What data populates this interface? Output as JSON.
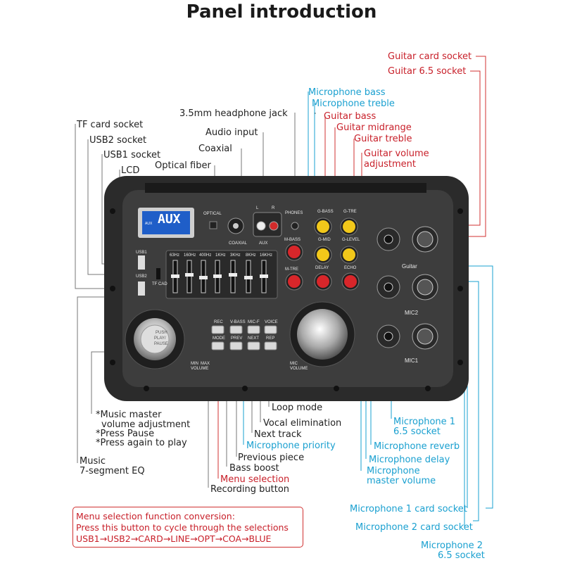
{
  "title": "Panel introduction",
  "labels": {
    "guitar_card_socket": "Guitar card socket",
    "guitar_65_socket": "Guitar 6.5 socket",
    "mic_bass": "Microphone bass",
    "mic_treble": "Microphone treble",
    "guitar_bass": "Guitar bass",
    "guitar_midrange": "Guitar midrange",
    "guitar_treble": "Guitar treble",
    "guitar_volume_1": "Guitar volume",
    "guitar_volume_2": "adjustment",
    "headphone_jack": "3.5mm headphone jack",
    "audio_input": "Audio input",
    "coaxial": "Coaxial",
    "optical_fiber": "Optical fiber",
    "tf_card": "TF card socket",
    "usb2": "USB2 socket",
    "usb1": "USB1 socket",
    "lcd": "LCD",
    "music_master_1": "*Music master",
    "music_master_2": "volume adjustment",
    "press_pause": "*Press Pause",
    "press_again": "*Press again to play",
    "music_eq_1": "Music",
    "music_eq_2": "7-segment EQ",
    "loop_mode": "Loop mode",
    "vocal_elim": "Vocal elimination",
    "next_track": "Next track",
    "mic_priority": "Microphone priority",
    "prev_piece": "Previous piece",
    "bass_boost": "Bass boost",
    "menu_selection": "Menu selection",
    "recording_button": "Recording button",
    "mic1_65_1": "Microphone 1",
    "mic1_65_2": "6.5 socket",
    "mic_reverb": "Microphone reverb",
    "mic_delay": "Microphone delay",
    "mic_master_1": "Microphone",
    "mic_master_2": "master volume",
    "mic1_card": "Microphone 1 card socket",
    "mic2_card": "Microphone 2 card socket",
    "mic2_65_1": "Microphone 2",
    "mic2_65_2": "6.5 socket"
  },
  "note": {
    "line1": "Menu selection function conversion:",
    "line2": "Press this button to cycle through the selections",
    "line3": "USB1→USB2→CARD→LINE→OPT→COA→BLUE"
  },
  "panel": {
    "lcd_text": "AUX",
    "lcd_small": "AUX",
    "optical": "OPTICAL",
    "coaxial": "COAXIAL",
    "aux": "AUX",
    "l": "L",
    "r": "R",
    "phones": "PHONES",
    "usb1": "USB1",
    "usb2": "USB2",
    "tf_card": "TF CAD",
    "eq_bands": [
      "63Hz",
      "160Hz",
      "400Hz",
      "1KHz",
      "3KHz",
      "8KHz",
      "16KHz"
    ],
    "g_bass": "G-BASS",
    "g_tre": "G-TRE",
    "g_mid": "G-MID",
    "g_level": "G-LEVEL",
    "m_bass": "M-BASS",
    "m_tre": "M-TRE",
    "delay": "DELAY",
    "echo": "ECHO",
    "guitar": "Guitar",
    "mic2": "MIC2",
    "mic1": "MIC1",
    "knob_text_1": "PUSH",
    "knob_text_2": "PLAY/",
    "knob_text_3": "PAUSE",
    "min": "MIN",
    "max": "MAX",
    "volume": "VOLUME",
    "mic": "MIC",
    "mic_volume": "VOLUME",
    "btn_row1": [
      "REC",
      "V-BASS",
      "MIC-F",
      "VOICE"
    ],
    "btn_row2": [
      "MODE",
      "PREV",
      "NEXT",
      "REP"
    ]
  },
  "colors": {
    "blue": "#1aa0d0",
    "red": "#c8202a",
    "panel": "#3a3a3a",
    "knob_yellow": "#f2c81a",
    "knob_red": "#d8262a"
  }
}
